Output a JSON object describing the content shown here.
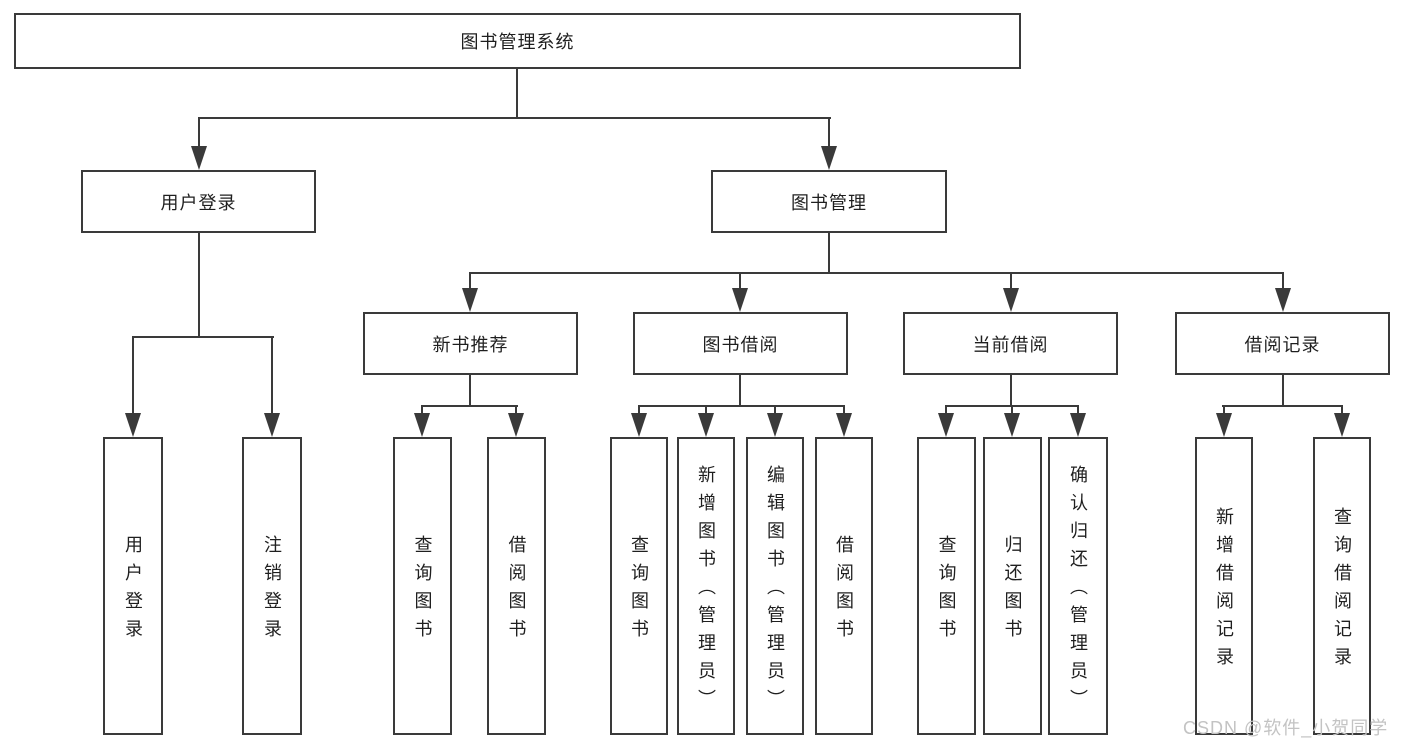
{
  "diagram": {
    "title_node": {
      "label": "图书管理系统"
    },
    "level2": {
      "user_login": {
        "label": "用户登录"
      },
      "book_mgmt": {
        "label": "图书管理"
      }
    },
    "level3": {
      "new_book_rec": {
        "label": "新书推荐"
      },
      "book_borrow": {
        "label": "图书借阅"
      },
      "current_borrow": {
        "label": "当前借阅"
      },
      "borrow_records": {
        "label": "借阅记录"
      }
    },
    "leaves": {
      "user_login_child_1": {
        "label": "用户登录"
      },
      "user_login_child_2": {
        "label": "注销登录"
      },
      "new_book_rec_child_1": {
        "label": "查询图书"
      },
      "new_book_rec_child_2": {
        "label": "借阅图书"
      },
      "book_borrow_child_1": {
        "label": "查询图书"
      },
      "book_borrow_child_2": {
        "label": "新增图书（管理员）"
      },
      "book_borrow_child_3": {
        "label": "编辑图书（管理员）"
      },
      "book_borrow_child_4": {
        "label": "借阅图书"
      },
      "current_borrow_child_1": {
        "label": "查询图书"
      },
      "current_borrow_child_2": {
        "label": "归还图书"
      },
      "current_borrow_child_3": {
        "label": "确认归还（管理员）"
      },
      "borrow_records_child_1": {
        "label": "新增借阅记录"
      },
      "borrow_records_child_2": {
        "label": "查询借阅记录"
      }
    },
    "watermark": {
      "text": "CSDN @软件_小贺同学"
    },
    "colors": {
      "line": "#3a3a3a",
      "text": "#1f1f1f",
      "watermark": "#c3c3c3",
      "background": "#ffffff"
    }
  }
}
